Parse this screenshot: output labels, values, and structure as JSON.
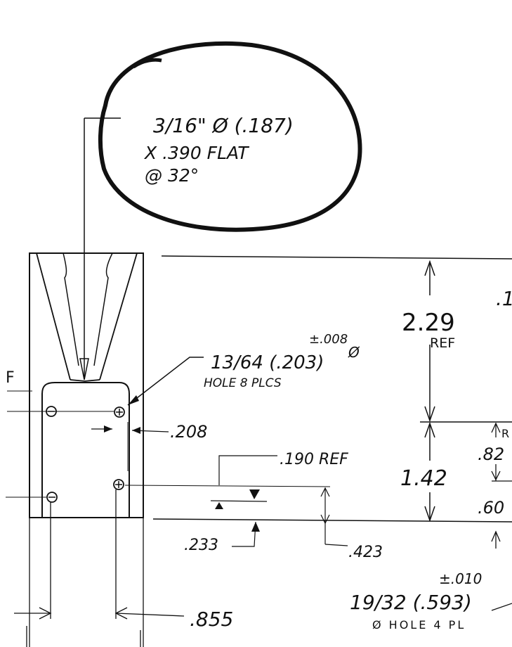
{
  "callouts": {
    "detail_line1": "3/16\" Ø (.187)",
    "detail_line2": "X .390 FLAT",
    "detail_line3": "@ 32°",
    "hole_size": "13/64 (.203)",
    "hole_tol": "±.008",
    "hole_dia": "Ø",
    "hole_note": "HOLE 8 PLCS",
    "dim_208": ".208",
    "dim_190": ".190 REF",
    "dim_229": "2.29",
    "dim_229_ref": "REF",
    "dim_142": "1.42",
    "dim_233": ".233",
    "dim_423": ".423",
    "dim_855": ".855",
    "hole2_size": "19/32 (.593)",
    "hole2_tol": "±.010",
    "hole2_note": "Ø HOLE 4 PL",
    "edge_F": "F",
    "edge_dot1": ".1",
    "edge_R": "R",
    "edge_82": ".82",
    "edge_60": ".60"
  },
  "colors": {
    "ink": "#111111",
    "paper": "#ffffff"
  }
}
